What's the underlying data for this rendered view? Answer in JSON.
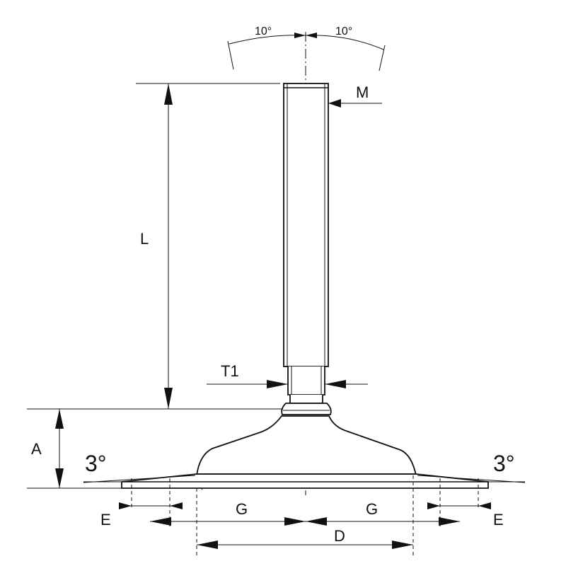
{
  "labels": {
    "angle_left": "10°",
    "angle_right": "10°",
    "thread": "M",
    "length": "L",
    "hex": "T1",
    "height": "A",
    "tilt_left": "3°",
    "tilt_right": "3°",
    "edge_left": "E",
    "edge_right": "E",
    "half_left": "G",
    "half_right": "G",
    "diameter": "D"
  }
}
